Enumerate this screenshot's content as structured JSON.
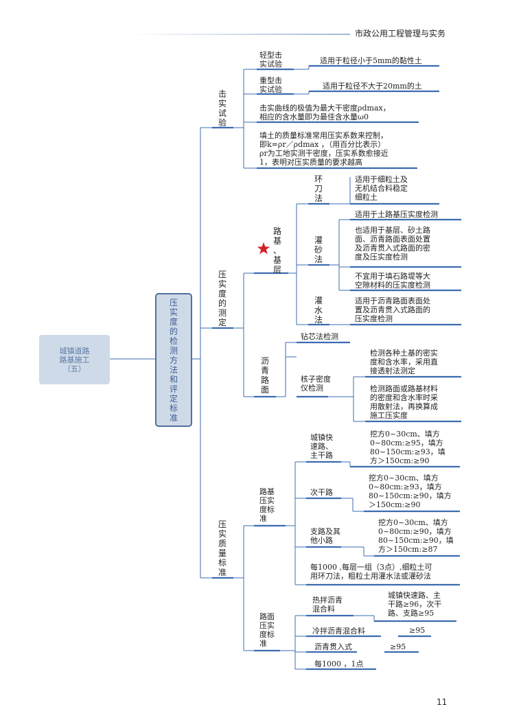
{
  "header": {
    "title": "市政公用工程管理与实务"
  },
  "page_number": "11",
  "root": {
    "label": "城镇道路\n路基施工\n（五）"
  },
  "main": {
    "label": "压\n实\n度\n的\n检\n测\n方\n法\n和\n评\n定\n标\n准"
  },
  "compaction_test": {
    "label": "击\n实\n试\n验",
    "light_label": "轻型击\n实试验",
    "light_note": "适用于粒径小于5mm的黏性土",
    "heavy_label": "重型击\n实试验",
    "heavy_note": "适用于粒径不大于20mm的土",
    "curve_note": "击实曲线的极值为最大干密度ρdmax，\n相应的含水量即为最佳含水量ω0",
    "quality_note": "填土的质量标准常用压实系数来控制，\n即k=ρr／ρdmax  ，（用百分比表示）\nρr为工地实测干密度，压实系数愈接近\n1，表明对压实质量的要求越高"
  },
  "density_measure": {
    "label": "压\n实\n度\n的\n测\n定",
    "subgrade": {
      "label": "路\n基\n、\n基\n层",
      "ring_label": "环\n刀\n法",
      "ring_note": "适用于细粒土及\n无机结合料稳定\n细粒土",
      "sand_label": "灌\n砂\n法",
      "sand_note1": "适用于土路基压实度检测",
      "sand_note2": "也适用于基层、砂土路\n面、沥青路面表面处置\n及沥青贯入式路面的密\n度及压实度检测",
      "sand_note3": "不宜用于填石路堤等大\n空隙材料的压实度检测",
      "water_label": "灌\n水\n法",
      "water_note": "适用于沥青路面表面处\n置及沥青贯入式路面的\n压实度检测"
    },
    "asphalt": {
      "label": "沥\n青\n路\n面",
      "core_label": "钻芯法检测",
      "nuclear_label": "核子密度\n仪检测",
      "nuclear_note1": "检测各种土基的密实\n度和含水率，采用直\n接透射法测定",
      "nuclear_note2": "检测路面或路基材料\n的密度和含水率时采\n用散射法，再换算成\n施工压实度"
    }
  },
  "quality_standard": {
    "label": "压\n实\n质\n量\n标\n准",
    "subgrade_std": {
      "label": "路基\n压实\n度标\n准",
      "expressway_label": "城镇快\n速路、\n主干路",
      "expressway_note": "挖方0~30cm、填方\n0~80cm:≥95，填方\n80~150cm:≥93，填\n方＞150cm:≥90",
      "secondary_label": "次干路",
      "secondary_note": "挖方0~30cm、填方\n0~80cm:≥93，填方\n80~150cm:≥90，填方\n＞150cm:≥90",
      "branch_label": "支路及其\n他小路",
      "branch_note": "挖方0~30cm、填方\n0~80cm:≥90，填方\n80~150cm:≥90，填\n方＞150cm:≥87",
      "frequency_note": "每1000  ,每层一组（3点）,细粒土可\n用环刀法，粗粒土用灌水法或灌砂法"
    },
    "pavement_std": {
      "label": "路面\n压实\n度标\n准",
      "hot_mix_label": "热拌沥青\n混合料",
      "hot_mix_note": "城镇快速路、主\n干路≥96，次干\n路、支路≥95",
      "cold_mix_label": "冷拌沥青混合料",
      "cold_mix_note": "≥95",
      "penetration_label": "沥青贯入式",
      "penetration_note": "≥95",
      "frequency_note": "每1000  ，1点"
    }
  },
  "colors": {
    "line": "#3b6bb0",
    "node_fill": "#cfdae8",
    "node_border": "#4f6f9a",
    "star": "#d0232a"
  }
}
